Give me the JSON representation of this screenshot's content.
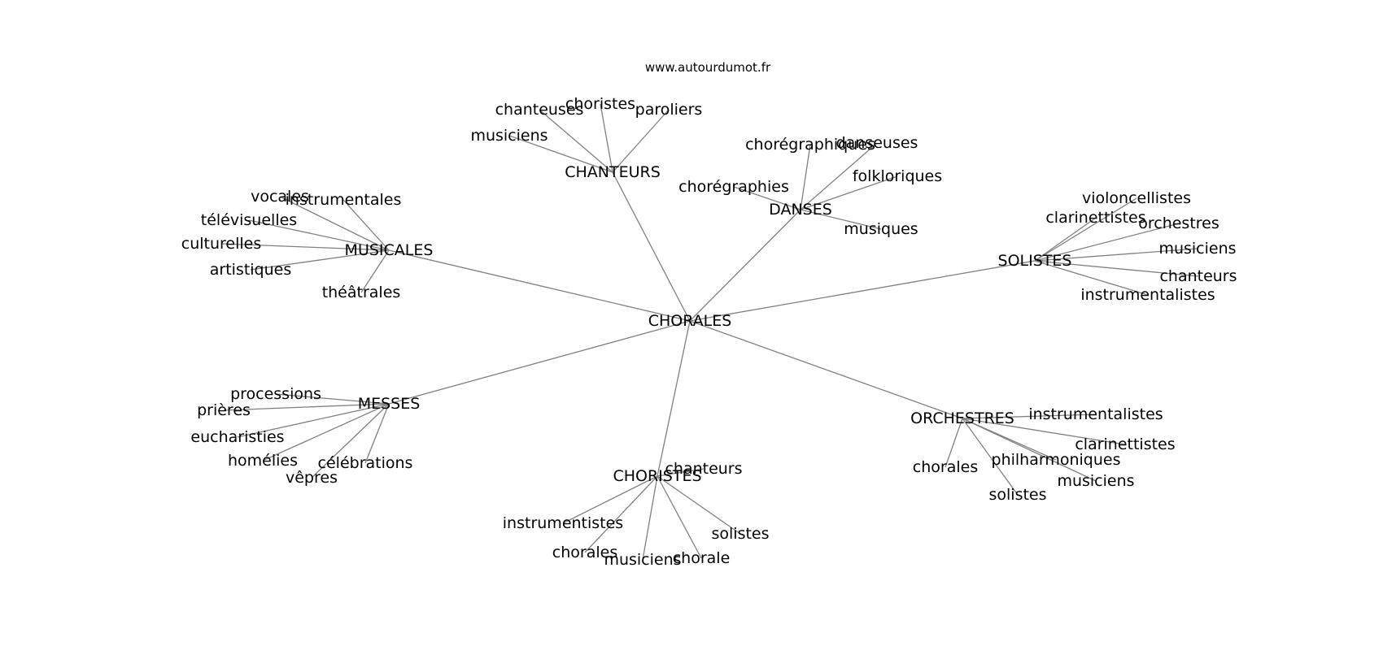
{
  "site": "www.autourdumot.fr",
  "colors": {
    "edge": "#808080",
    "text": "#000000",
    "background": "#ffffff"
  },
  "graph": {
    "center": "CHORALES",
    "clusters": [
      {
        "hub": "CHANTEURS",
        "leaves": [
          "chanteuses",
          "choristes",
          "paroliers",
          "musiciens"
        ]
      },
      {
        "hub": "DANSES",
        "leaves": [
          "chorégraphiques",
          "danseuses",
          "folkloriques",
          "chorégraphies",
          "musiques"
        ]
      },
      {
        "hub": "MUSICALES",
        "leaves": [
          "vocales",
          "instrumentales",
          "télévisuelles",
          "culturelles",
          "artistiques",
          "théâtrales"
        ]
      },
      {
        "hub": "SOLISTES",
        "leaves": [
          "violoncellistes",
          "clarinettistes",
          "orchestres",
          "musiciens",
          "chanteurs",
          "instrumentalistes"
        ]
      },
      {
        "hub": "MESSES",
        "leaves": [
          "processions",
          "prières",
          "eucharisties",
          "homélies",
          "célébrations",
          "vêpres"
        ]
      },
      {
        "hub": "ORCHESTRES",
        "leaves": [
          "instrumentalistes",
          "clarinettistes",
          "philharmoniques",
          "chorales",
          "musiciens",
          "solistes"
        ]
      },
      {
        "hub": "CHORISTES",
        "leaves": [
          "chanteurs",
          "instrumentistes",
          "solistes",
          "chorales",
          "musiciens",
          "chorale"
        ]
      }
    ]
  }
}
